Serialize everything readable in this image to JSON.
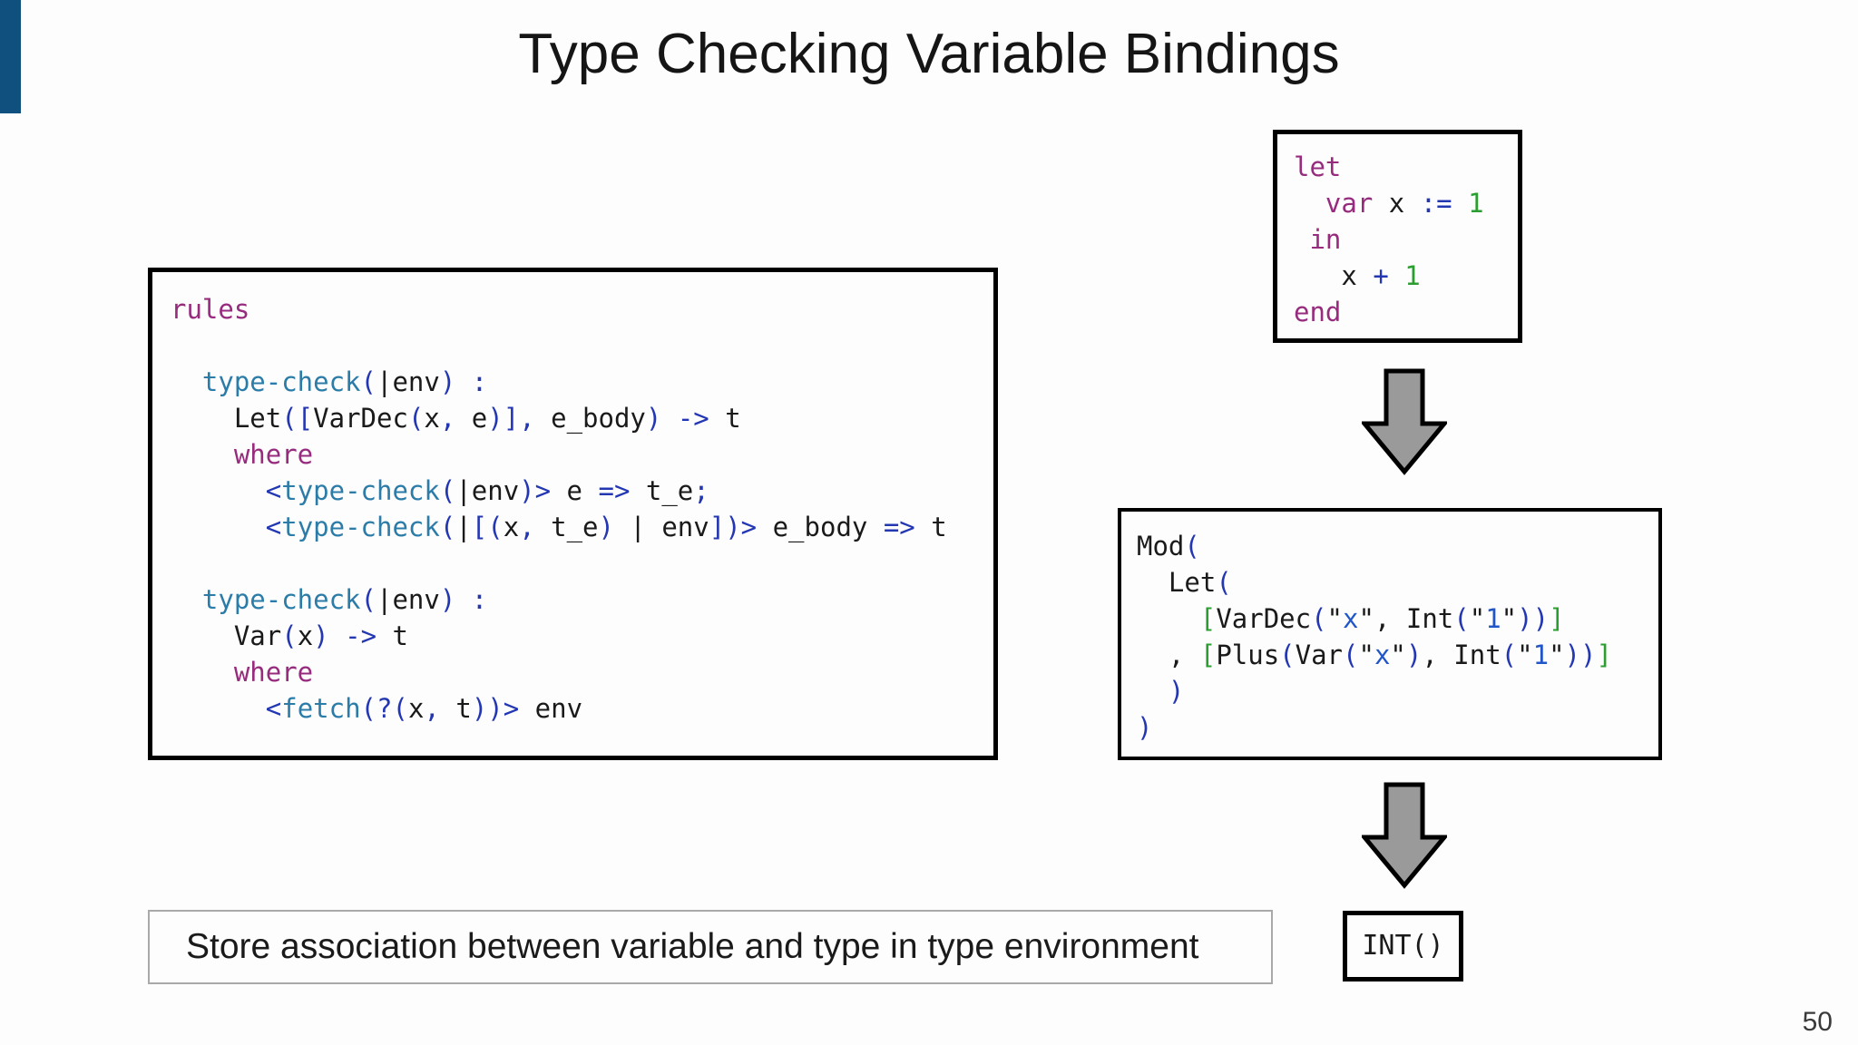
{
  "slide": {
    "title": "Type Checking Variable Bindings",
    "page_number": "50"
  },
  "colors": {
    "accent_bar": "#10507F",
    "title_text": "#151515",
    "keyword": "#972C7E",
    "function_name": "#2B7CA8",
    "operator": "#2437B3",
    "string": "#2156C8",
    "green": "#2C9E31",
    "code_text": "#1A1A1A",
    "arrow_fill": "#9A9A9A",
    "arrow_outline": "#000000",
    "box_border": "#000000",
    "caption_border": "#A9A9A9",
    "page_number_text": "#3A3A3A"
  },
  "icons": {
    "flow_arrow_1": "down-arrow",
    "flow_arrow_2": "down-arrow"
  },
  "rules_box": {
    "lines": [
      [
        [
          "rules",
          "kw"
        ]
      ],
      [],
      [
        [
          "  ",
          "tx"
        ],
        [
          "type-check",
          "fn"
        ],
        [
          "(",
          "op"
        ],
        [
          "|env",
          "tx"
        ],
        [
          ")",
          "op"
        ],
        [
          " ",
          "tx"
        ],
        [
          ":",
          "op"
        ]
      ],
      [
        [
          "    ",
          "tx"
        ],
        [
          "Let",
          "tx"
        ],
        [
          "(",
          "op"
        ],
        [
          "[",
          "op"
        ],
        [
          "VarDec",
          "tx"
        ],
        [
          "(",
          "op"
        ],
        [
          "x",
          "tx"
        ],
        [
          ", ",
          "op"
        ],
        [
          "e",
          "tx"
        ],
        [
          ")",
          "op"
        ],
        [
          "]",
          "op"
        ],
        [
          ", ",
          "op"
        ],
        [
          "e_body",
          "tx"
        ],
        [
          ")",
          "op"
        ],
        [
          " ",
          "tx"
        ],
        [
          "->",
          "op"
        ],
        [
          " t",
          "tx"
        ]
      ],
      [
        [
          "    ",
          "tx"
        ],
        [
          "where",
          "kw"
        ]
      ],
      [
        [
          "      ",
          "tx"
        ],
        [
          "<",
          "op"
        ],
        [
          "type-check",
          "fn"
        ],
        [
          "(",
          "op"
        ],
        [
          "|env",
          "tx"
        ],
        [
          ")",
          "op"
        ],
        [
          ">",
          "op"
        ],
        [
          " e ",
          "tx"
        ],
        [
          "=>",
          "op"
        ],
        [
          " t_e",
          "tx"
        ],
        [
          ";",
          "op"
        ]
      ],
      [
        [
          "      ",
          "tx"
        ],
        [
          "<",
          "op"
        ],
        [
          "type-check",
          "fn"
        ],
        [
          "(",
          "op"
        ],
        [
          "|",
          "tx"
        ],
        [
          "[",
          "op"
        ],
        [
          "(",
          "op"
        ],
        [
          "x",
          "tx"
        ],
        [
          ", ",
          "op"
        ],
        [
          "t_e",
          "tx"
        ],
        [
          ")",
          "op"
        ],
        [
          " | env",
          "tx"
        ],
        [
          "]",
          "op"
        ],
        [
          ")",
          "op"
        ],
        [
          ">",
          "op"
        ],
        [
          " e_body ",
          "tx"
        ],
        [
          "=>",
          "op"
        ],
        [
          " t",
          "tx"
        ]
      ],
      [],
      [
        [
          "  ",
          "tx"
        ],
        [
          "type-check",
          "fn"
        ],
        [
          "(",
          "op"
        ],
        [
          "|env",
          "tx"
        ],
        [
          ")",
          "op"
        ],
        [
          " ",
          "tx"
        ],
        [
          ":",
          "op"
        ]
      ],
      [
        [
          "    ",
          "tx"
        ],
        [
          "Var",
          "tx"
        ],
        [
          "(",
          "op"
        ],
        [
          "x",
          "tx"
        ],
        [
          ")",
          "op"
        ],
        [
          " ",
          "tx"
        ],
        [
          "->",
          "op"
        ],
        [
          " t",
          "tx"
        ]
      ],
      [
        [
          "    ",
          "tx"
        ],
        [
          "where",
          "kw"
        ]
      ],
      [
        [
          "      ",
          "tx"
        ],
        [
          "<",
          "op"
        ],
        [
          "fetch",
          "fn"
        ],
        [
          "(",
          "op"
        ],
        [
          "?",
          "op"
        ],
        [
          "(",
          "op"
        ],
        [
          "x",
          "tx"
        ],
        [
          ", ",
          "op"
        ],
        [
          "t",
          "tx"
        ],
        [
          "))",
          "op"
        ],
        [
          ">",
          "op"
        ],
        [
          " env",
          "tx"
        ]
      ]
    ]
  },
  "source_box": {
    "lines": [
      [
        [
          "let",
          "kw"
        ]
      ],
      [
        [
          "  ",
          "tx"
        ],
        [
          "var",
          "kw"
        ],
        [
          " x ",
          "tx"
        ],
        [
          ":=",
          "op"
        ],
        [
          " ",
          "tx"
        ],
        [
          "1",
          "grn"
        ]
      ],
      [
        [
          " ",
          "tx"
        ],
        [
          "in",
          "kw"
        ]
      ],
      [
        [
          "   x ",
          "tx"
        ],
        [
          "+",
          "op"
        ],
        [
          " ",
          "tx"
        ],
        [
          "1",
          "grn"
        ]
      ],
      [
        [
          "end",
          "kw"
        ]
      ]
    ]
  },
  "ast_box": {
    "lines": [
      [
        [
          "Mod",
          "tx"
        ],
        [
          "(",
          "op"
        ]
      ],
      [
        [
          "  Let",
          "tx"
        ],
        [
          "(",
          "op"
        ]
      ],
      [
        [
          "    ",
          "tx"
        ],
        [
          "[",
          "grn"
        ],
        [
          "VarDec",
          "tx"
        ],
        [
          "(",
          "op"
        ],
        [
          "\"",
          "tx"
        ],
        [
          "x",
          "str"
        ],
        [
          "\"",
          "tx"
        ],
        [
          ", ",
          "tx"
        ],
        [
          "Int",
          "tx"
        ],
        [
          "(",
          "op"
        ],
        [
          "\"",
          "tx"
        ],
        [
          "1",
          "str"
        ],
        [
          "\"",
          "tx"
        ],
        [
          "))",
          "op"
        ],
        [
          "]",
          "grn"
        ]
      ],
      [
        [
          "  , ",
          "tx"
        ],
        [
          "[",
          "grn"
        ],
        [
          "Plus",
          "tx"
        ],
        [
          "(",
          "op"
        ],
        [
          "Var",
          "tx"
        ],
        [
          "(",
          "op"
        ],
        [
          "\"",
          "tx"
        ],
        [
          "x",
          "str"
        ],
        [
          "\"",
          "tx"
        ],
        [
          ")",
          "op"
        ],
        [
          ", ",
          "tx"
        ],
        [
          "Int",
          "tx"
        ],
        [
          "(",
          "op"
        ],
        [
          "\"",
          "tx"
        ],
        [
          "1",
          "str"
        ],
        [
          "\"",
          "tx"
        ],
        [
          "))",
          "op"
        ],
        [
          "]",
          "grn"
        ]
      ],
      [
        [
          "  ",
          "tx"
        ],
        [
          ")",
          "op"
        ]
      ],
      [
        [
          ")",
          "op"
        ]
      ]
    ]
  },
  "result_box": {
    "text": "INT()"
  },
  "caption": {
    "text": "Store association between variable and type in type environment"
  }
}
